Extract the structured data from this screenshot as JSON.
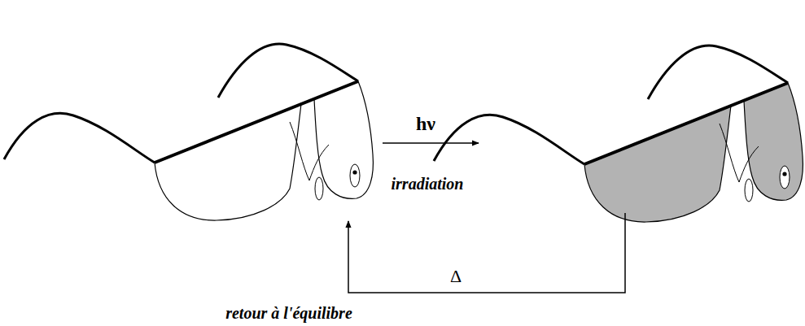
{
  "diagram": {
    "labels": [
      "hν",
      "irradiation",
      "Δ",
      "retour à l'équilibre"
    ]
  }
}
